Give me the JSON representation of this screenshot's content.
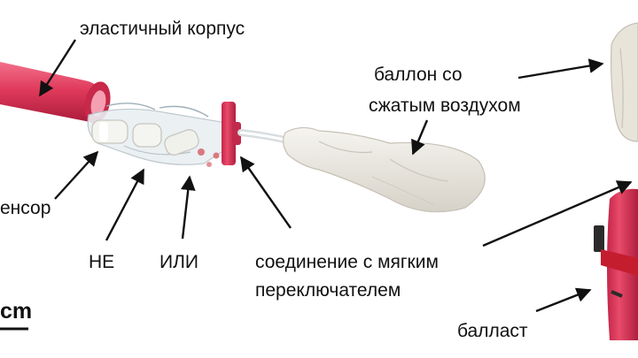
{
  "labels": {
    "elastic_body": "эластичный корпус",
    "balloon_line1": "баллон со",
    "balloon_line2": "сжатым воздухом",
    "sensor": "енсор",
    "not_gate": "НЕ",
    "or_gate": "ИЛИ",
    "connection_line1": "соединение с мягким",
    "connection_line2": "переключателем",
    "ballast": "балласт",
    "scale_unit": "cm"
  },
  "colors": {
    "housing_red": "#e03a5c",
    "housing_dark": "#b8203f",
    "balloon_white": "#eceae4",
    "arrow": "#111111"
  }
}
